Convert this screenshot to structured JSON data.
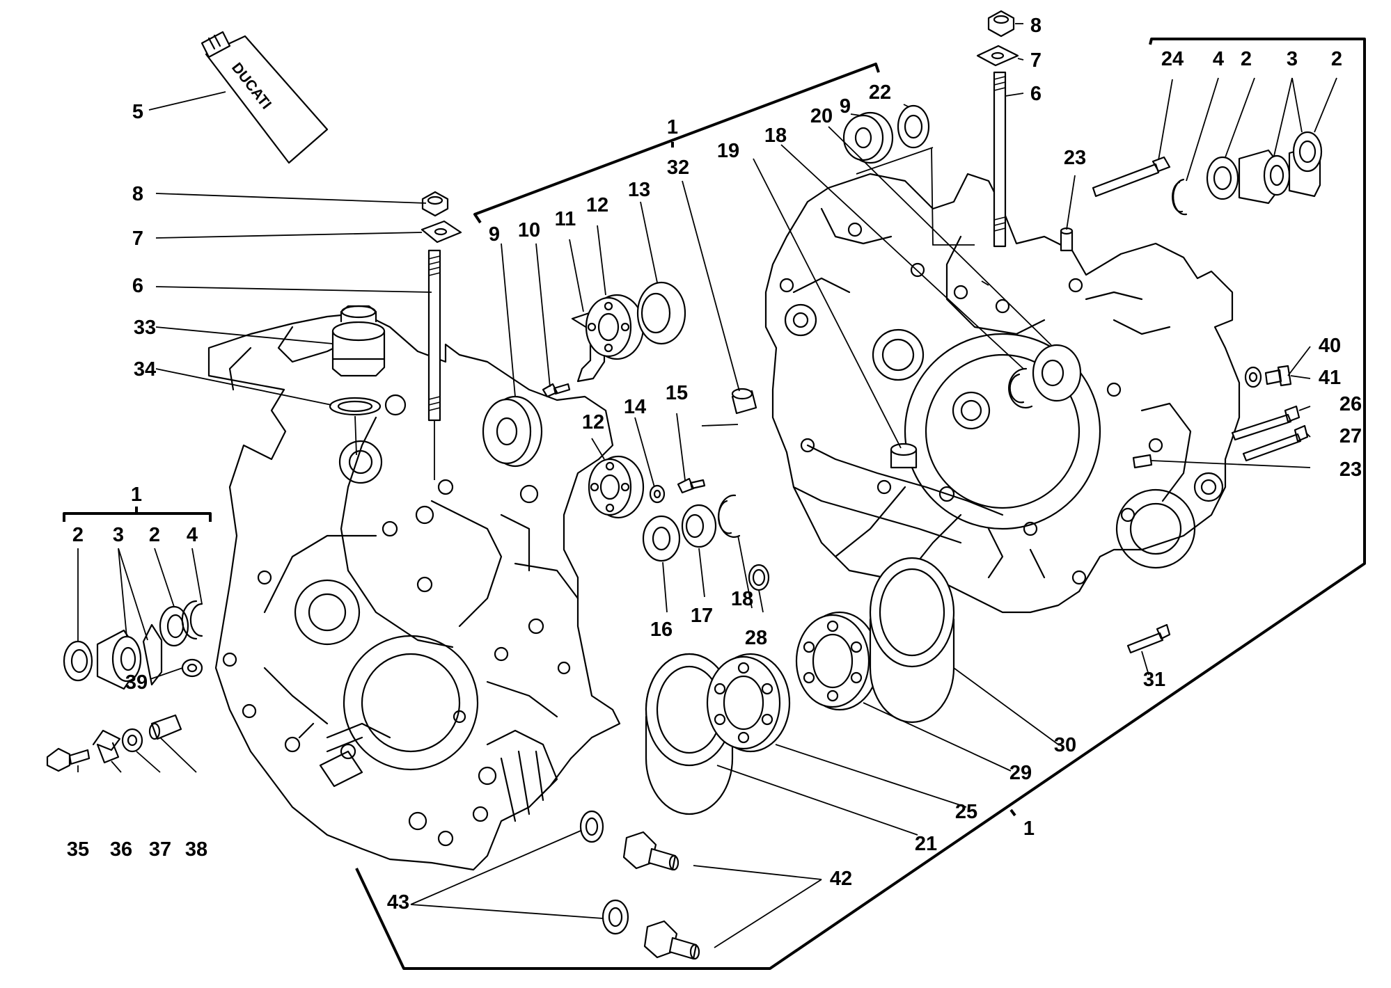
{
  "diagram": {
    "brand_text": "DUCATI",
    "callouts": [
      {
        "id": "c1-left",
        "text": "1"
      },
      {
        "id": "c1-top",
        "text": "1"
      },
      {
        "id": "c1-bottom",
        "text": "1"
      },
      {
        "id": "c2-a",
        "text": "2"
      },
      {
        "id": "c2-b",
        "text": "2"
      },
      {
        "id": "c2-c",
        "text": "2"
      },
      {
        "id": "c2-d",
        "text": "2"
      },
      {
        "id": "c3-a",
        "text": "3"
      },
      {
        "id": "c3-b",
        "text": "3"
      },
      {
        "id": "c4-a",
        "text": "4"
      },
      {
        "id": "c4-b",
        "text": "4"
      },
      {
        "id": "c5",
        "text": "5"
      },
      {
        "id": "c6-a",
        "text": "6"
      },
      {
        "id": "c6-b",
        "text": "6"
      },
      {
        "id": "c7-a",
        "text": "7"
      },
      {
        "id": "c7-b",
        "text": "7"
      },
      {
        "id": "c8-a",
        "text": "8"
      },
      {
        "id": "c8-b",
        "text": "8"
      },
      {
        "id": "c9-a",
        "text": "9"
      },
      {
        "id": "c9-b",
        "text": "9"
      },
      {
        "id": "c10",
        "text": "10"
      },
      {
        "id": "c11",
        "text": "11"
      },
      {
        "id": "c12-a",
        "text": "12"
      },
      {
        "id": "c12-b",
        "text": "12"
      },
      {
        "id": "c13",
        "text": "13"
      },
      {
        "id": "c14",
        "text": "14"
      },
      {
        "id": "c15",
        "text": "15"
      },
      {
        "id": "c16",
        "text": "16"
      },
      {
        "id": "c17",
        "text": "17"
      },
      {
        "id": "c18-a",
        "text": "18"
      },
      {
        "id": "c18-b",
        "text": "18"
      },
      {
        "id": "c19",
        "text": "19"
      },
      {
        "id": "c20",
        "text": "20"
      },
      {
        "id": "c21",
        "text": "21"
      },
      {
        "id": "c22",
        "text": "22"
      },
      {
        "id": "c23-a",
        "text": "23"
      },
      {
        "id": "c23-b",
        "text": "23"
      },
      {
        "id": "c24",
        "text": "24"
      },
      {
        "id": "c25",
        "text": "25"
      },
      {
        "id": "c26",
        "text": "26"
      },
      {
        "id": "c27",
        "text": "27"
      },
      {
        "id": "c28",
        "text": "28"
      },
      {
        "id": "c29",
        "text": "29"
      },
      {
        "id": "c30",
        "text": "30"
      },
      {
        "id": "c31",
        "text": "31"
      },
      {
        "id": "c32",
        "text": "32"
      },
      {
        "id": "c33",
        "text": "33"
      },
      {
        "id": "c34",
        "text": "34"
      },
      {
        "id": "c35",
        "text": "35"
      },
      {
        "id": "c36",
        "text": "36"
      },
      {
        "id": "c37",
        "text": "37"
      },
      {
        "id": "c38",
        "text": "38"
      },
      {
        "id": "c39",
        "text": "39"
      },
      {
        "id": "c40",
        "text": "40"
      },
      {
        "id": "c41",
        "text": "41"
      },
      {
        "id": "c42",
        "text": "42"
      },
      {
        "id": "c43",
        "text": "43"
      }
    ]
  }
}
